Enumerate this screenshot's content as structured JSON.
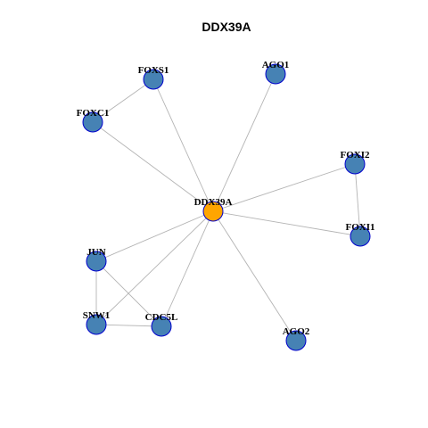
{
  "title": "DDX39A",
  "colors": {
    "hub_fill": "#ffa500",
    "node_fill": "#4682b4",
    "node_stroke": "#0000cd",
    "edge": "#b4b4b4"
  },
  "nodes": [
    {
      "id": "DDX39A",
      "label": "DDX39A",
      "hub": true
    },
    {
      "id": "FOXS1",
      "label": "FOXS1",
      "hub": false
    },
    {
      "id": "AGO1",
      "label": "AGO1",
      "hub": false
    },
    {
      "id": "FOXC1",
      "label": "FOXC1",
      "hub": false
    },
    {
      "id": "FOXI2",
      "label": "FOXI2",
      "hub": false
    },
    {
      "id": "FOXI1",
      "label": "FOXI1",
      "hub": false
    },
    {
      "id": "JUN",
      "label": "JUN",
      "hub": false
    },
    {
      "id": "SNW1",
      "label": "SNW1",
      "hub": false
    },
    {
      "id": "CDC5L",
      "label": "CDC5L",
      "hub": false
    },
    {
      "id": "AGO2",
      "label": "AGO2",
      "hub": false
    }
  ],
  "edges": [
    [
      "DDX39A",
      "FOXS1"
    ],
    [
      "DDX39A",
      "AGO1"
    ],
    [
      "DDX39A",
      "FOXC1"
    ],
    [
      "DDX39A",
      "FOXI2"
    ],
    [
      "DDX39A",
      "FOXI1"
    ],
    [
      "DDX39A",
      "JUN"
    ],
    [
      "DDX39A",
      "SNW1"
    ],
    [
      "DDX39A",
      "CDC5L"
    ],
    [
      "DDX39A",
      "AGO2"
    ],
    [
      "FOXS1",
      "FOXC1"
    ],
    [
      "FOXI2",
      "FOXI1"
    ],
    [
      "JUN",
      "SNW1"
    ],
    [
      "JUN",
      "CDC5L"
    ],
    [
      "SNW1",
      "CDC5L"
    ]
  ]
}
